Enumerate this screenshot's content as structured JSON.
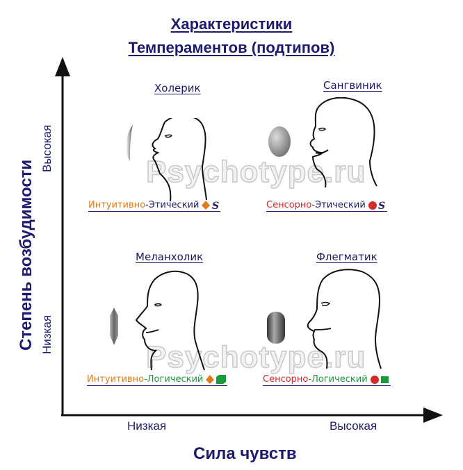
{
  "title": {
    "line1": "Характеристики",
    "line2": "Темпераментов (подтипов)"
  },
  "axes": {
    "y": {
      "label": "Степень возбудимости",
      "high": "Высокая",
      "low": "Низкая"
    },
    "x": {
      "label": "Сила чувств",
      "low": "Низкая",
      "high": "Высокая"
    }
  },
  "watermark": "Psychotype.ru",
  "colors": {
    "title": "#1f1a6e",
    "intuitive": "#e07b1a",
    "sensory": "#d42a2a",
    "ethical": "#1f1a6e",
    "logical": "#1a9a3a",
    "axis": "#111111"
  },
  "quadrants": [
    {
      "name": "Холерик",
      "position": "top-left",
      "shape_icon": "crescent-shape",
      "subtype": {
        "part1": "Интуитивно",
        "dash": "-",
        "part2": "Этический"
      },
      "symbols": [
        "intuitive-diamond",
        "ethical-s"
      ]
    },
    {
      "name": "Сангвиник",
      "position": "top-right",
      "shape_icon": "oval-shape",
      "subtype": {
        "part1": "Сенсорно",
        "dash": "-",
        "part2": "Этический"
      },
      "symbols": [
        "sensory-circle",
        "ethical-s"
      ]
    },
    {
      "name": "Меланхолик",
      "position": "bottom-left",
      "shape_icon": "crystal-shape",
      "subtype": {
        "part1": "Интуитивно",
        "dash": "-",
        "part2": "Логический"
      },
      "symbols": [
        "intuitive-diamond",
        "logical-cube"
      ]
    },
    {
      "name": "Флегматик",
      "position": "bottom-right",
      "shape_icon": "capsule-shape",
      "subtype": {
        "part1": "Сенсорно",
        "dash": "-",
        "part2": "Логический"
      },
      "symbols": [
        "sensory-circle",
        "logical-square"
      ]
    }
  ]
}
